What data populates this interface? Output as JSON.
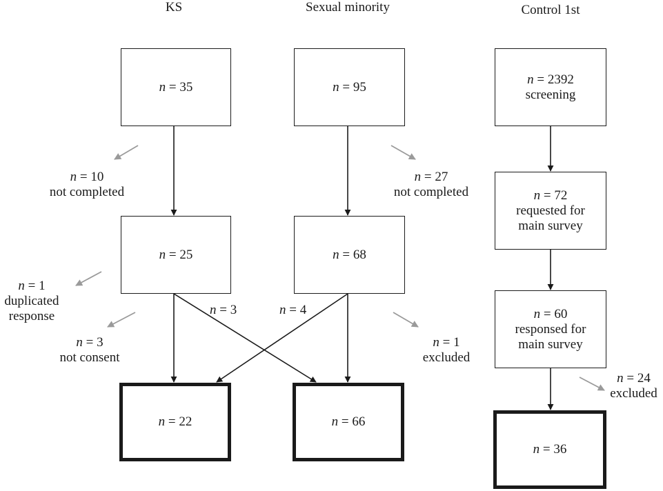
{
  "columns": {
    "ks": "KS",
    "sexual_minority": "Sexual minority",
    "control": "Control 1st"
  },
  "boxes": {
    "ks_start": {
      "n": "35",
      "lines": []
    },
    "ks_mid": {
      "n": "25",
      "lines": []
    },
    "ks_final": {
      "n": "22",
      "lines": []
    },
    "sm_start": {
      "n": "95",
      "lines": []
    },
    "sm_mid": {
      "n": "68",
      "lines": []
    },
    "sm_final": {
      "n": "66",
      "lines": []
    },
    "ctrl_start": {
      "n": "2392",
      "lines": [
        "screening"
      ]
    },
    "ctrl_req": {
      "n": "72",
      "lines": [
        "requested for",
        "main survey"
      ]
    },
    "ctrl_resp": {
      "n": "60",
      "lines": [
        "responsed for",
        "main survey"
      ]
    },
    "ctrl_final": {
      "n": "36",
      "lines": []
    }
  },
  "exclusions": {
    "ks_not_completed": {
      "n": "10",
      "lines": [
        "not completed"
      ]
    },
    "ks_duplicated": {
      "n": "1",
      "lines": [
        "duplicated",
        "response"
      ]
    },
    "ks_not_consent": {
      "n": "3",
      "lines": [
        "not consent"
      ]
    },
    "sm_not_completed": {
      "n": "27",
      "lines": [
        "not completed"
      ]
    },
    "sm_excluded": {
      "n": "1",
      "lines": [
        "excluded"
      ]
    },
    "ctrl_excluded": {
      "n": "24",
      "lines": [
        "excluded"
      ]
    }
  },
  "cross_labels": {
    "ks_to_sm": {
      "n": "3"
    },
    "sm_to_ks": {
      "n": "4"
    }
  },
  "symbol": "n",
  "equals": " = ",
  "colors": {
    "line": "#1a1a1a",
    "exclusion_arrow": "#9a9a9a"
  }
}
